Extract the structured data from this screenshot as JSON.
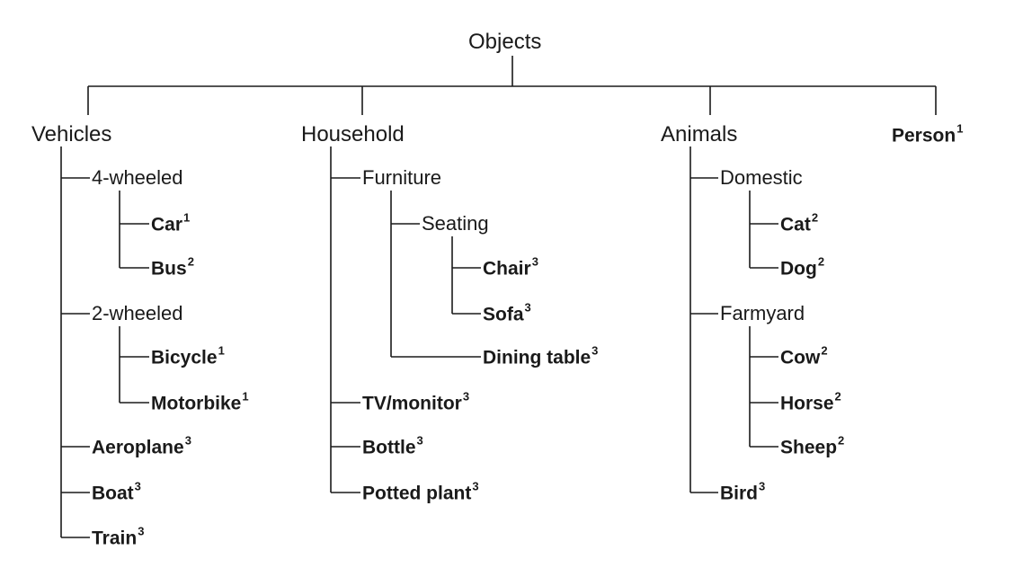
{
  "tree": {
    "root": "Objects",
    "categories": [
      {
        "label": "Vehicles",
        "children": [
          {
            "label": "4-wheeled",
            "children": [
              {
                "label": "Car",
                "sup": "1"
              },
              {
                "label": "Bus",
                "sup": "2"
              }
            ]
          },
          {
            "label": "2-wheeled",
            "children": [
              {
                "label": "Bicycle",
                "sup": "1"
              },
              {
                "label": "Motorbike",
                "sup": "1"
              }
            ]
          },
          {
            "label": "Aeroplane",
            "sup": "3"
          },
          {
            "label": "Boat",
            "sup": "3"
          },
          {
            "label": "Train",
            "sup": "3"
          }
        ]
      },
      {
        "label": "Household",
        "children": [
          {
            "label": "Furniture",
            "children": [
              {
                "label": "Seating",
                "children": [
                  {
                    "label": "Chair",
                    "sup": "3"
                  },
                  {
                    "label": "Sofa",
                    "sup": "3"
                  }
                ]
              },
              {
                "label": "Dining table",
                "sup": "3"
              }
            ]
          },
          {
            "label": "TV/monitor",
            "sup": "3"
          },
          {
            "label": "Bottle",
            "sup": "3"
          },
          {
            "label": "Potted plant",
            "sup": "3"
          }
        ]
      },
      {
        "label": "Animals",
        "children": [
          {
            "label": "Domestic",
            "children": [
              {
                "label": "Cat",
                "sup": "2"
              },
              {
                "label": "Dog",
                "sup": "2"
              }
            ]
          },
          {
            "label": "Farmyard",
            "children": [
              {
                "label": "Cow",
                "sup": "2"
              },
              {
                "label": "Horse",
                "sup": "2"
              },
              {
                "label": "Sheep",
                "sup": "2"
              }
            ]
          },
          {
            "label": "Bird",
            "sup": "3"
          }
        ]
      },
      {
        "label": "Person",
        "sup": "1"
      }
    ]
  }
}
